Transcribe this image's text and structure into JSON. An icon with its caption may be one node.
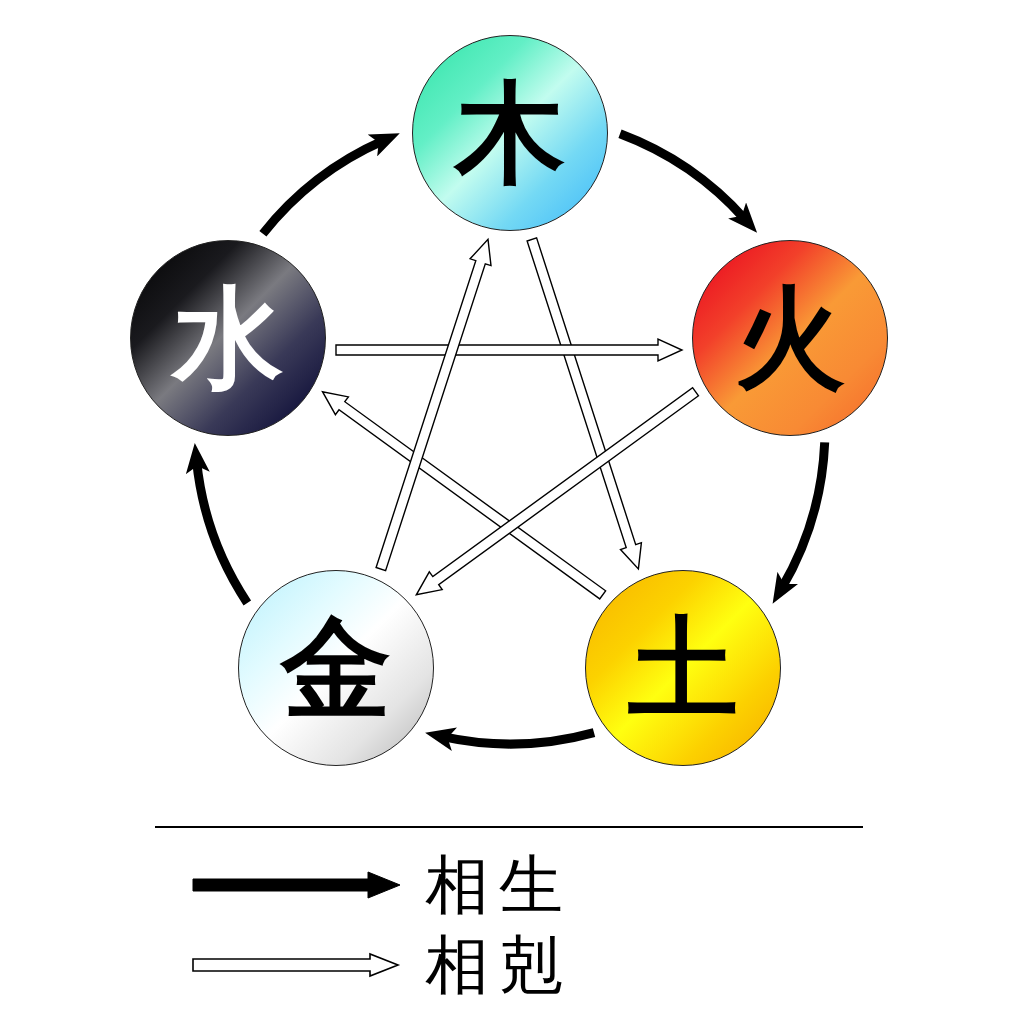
{
  "diagram": {
    "nodes": [
      {
        "text": [
          "木"
        ]
      },
      {
        "text": [
          "火"
        ]
      },
      {
        "text": [
          "土"
        ]
      },
      {
        "text": [
          "金"
        ]
      },
      {
        "text": [
          "水"
        ]
      }
    ],
    "edges": [
      {
        "from": 0,
        "to": 1,
        "arrow": "to"
      },
      {
        "from": 1,
        "to": 2,
        "arrow": "to"
      },
      {
        "from": 2,
        "to": 3,
        "arrow": "to"
      },
      {
        "from": 3,
        "to": 4,
        "arrow": "to"
      },
      {
        "from": 4,
        "to": 0,
        "arrow": "to"
      },
      {
        "from": 0,
        "to": 2,
        "arrow": "to"
      },
      {
        "from": 2,
        "to": 4,
        "arrow": "to"
      },
      {
        "from": 4,
        "to": 1,
        "arrow": "to"
      },
      {
        "from": 1,
        "to": 3,
        "arrow": "to"
      },
      {
        "from": 3,
        "to": 0,
        "arrow": "to"
      }
    ],
    "legend": [
      {
        "text": "相生"
      },
      {
        "text": "相剋"
      }
    ]
  }
}
